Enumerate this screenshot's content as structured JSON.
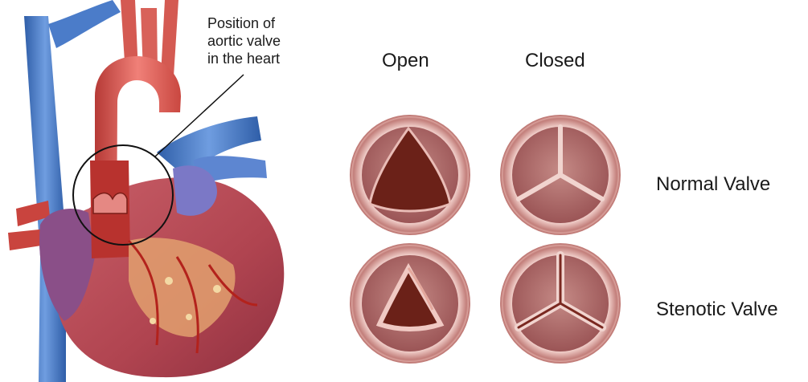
{
  "callout": {
    "lines": [
      "Position of",
      "aortic valve",
      "in the heart"
    ]
  },
  "columns": {
    "open": "Open",
    "closed": "Closed"
  },
  "rows": {
    "normal": "Normal Valve",
    "stenotic": "Stenotic Valve"
  },
  "colors": {
    "vein_blue": "#3f73c4",
    "aorta_red": "#d5564f",
    "heart_muscle": "#b34b57",
    "fat_yellow": "#e8b47f",
    "pulmonary_purple": "#7b78c6",
    "valve_ring": "#f2c9c4",
    "valve_leaflet": "#b87878",
    "valve_dark": "#6b2118"
  }
}
